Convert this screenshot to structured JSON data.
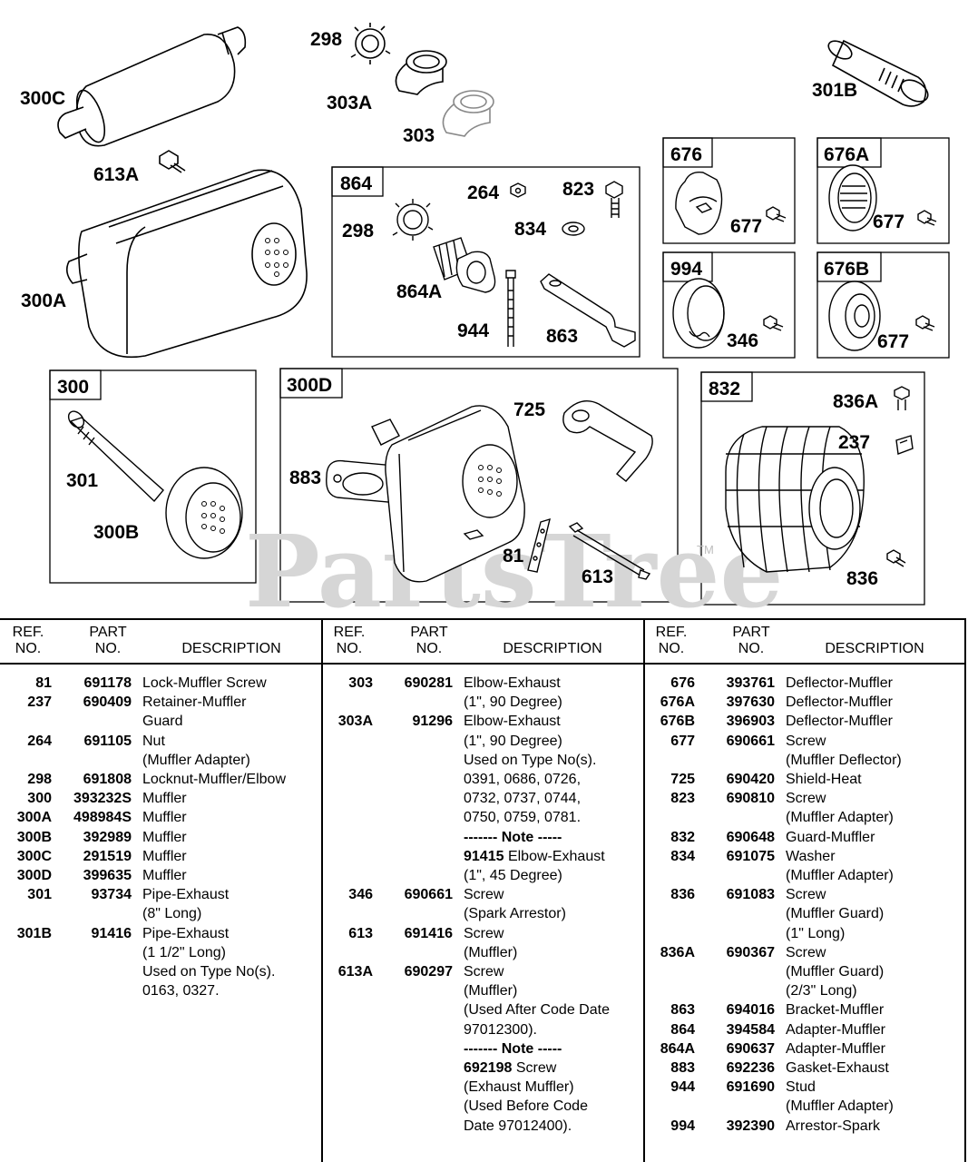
{
  "watermark": "PartsTree",
  "watermark_tm": "TM",
  "callouts": [
    {
      "id": "c-300C",
      "text": "300C"
    },
    {
      "id": "c-298a",
      "text": "298"
    },
    {
      "id": "c-303A",
      "text": "303A"
    },
    {
      "id": "c-303",
      "text": "303"
    },
    {
      "id": "c-301B",
      "text": "301B"
    },
    {
      "id": "c-613A",
      "text": "613A"
    },
    {
      "id": "c-300A",
      "text": "300A"
    },
    {
      "id": "c-264",
      "text": "264"
    },
    {
      "id": "c-823",
      "text": "823"
    },
    {
      "id": "c-298b",
      "text": "298"
    },
    {
      "id": "c-834",
      "text": "834"
    },
    {
      "id": "c-864A",
      "text": "864A"
    },
    {
      "id": "c-944",
      "text": "944"
    },
    {
      "id": "c-863",
      "text": "863"
    },
    {
      "id": "c-677a",
      "text": "677"
    },
    {
      "id": "c-677b",
      "text": "677"
    },
    {
      "id": "c-346",
      "text": "346"
    },
    {
      "id": "c-677c",
      "text": "677"
    },
    {
      "id": "c-301",
      "text": "301"
    },
    {
      "id": "c-300B",
      "text": "300B"
    },
    {
      "id": "c-725",
      "text": "725"
    },
    {
      "id": "c-883",
      "text": "883"
    },
    {
      "id": "c-81",
      "text": "81"
    },
    {
      "id": "c-613",
      "text": "613"
    },
    {
      "id": "c-836A",
      "text": "836A"
    },
    {
      "id": "c-237",
      "text": "237"
    },
    {
      "id": "c-836",
      "text": "836"
    }
  ],
  "boxes": [
    {
      "id": "b-864",
      "title": "864"
    },
    {
      "id": "b-676",
      "title": "676"
    },
    {
      "id": "b-676A",
      "title": "676A"
    },
    {
      "id": "b-994",
      "title": "994"
    },
    {
      "id": "b-676B",
      "title": "676B"
    },
    {
      "id": "b-300",
      "title": "300"
    },
    {
      "id": "b-300D",
      "title": "300D"
    },
    {
      "id": "b-832",
      "title": "832"
    }
  ],
  "table": {
    "headers": {
      "ref": "REF.\nNO.",
      "part": "PART\nNO.",
      "description": "DESCRIPTION"
    },
    "columns": [
      [
        {
          "ref": "81",
          "part": "691178",
          "desc": "Lock-Muffler Screw"
        },
        {
          "ref": "237",
          "part": "690409",
          "desc": "Retainer-Muffler"
        },
        {
          "ref": "",
          "part": "",
          "desc": "Guard"
        },
        {
          "ref": "264",
          "part": "691105",
          "desc": "Nut"
        },
        {
          "ref": "",
          "part": "",
          "desc": "(Muffler Adapter)"
        },
        {
          "ref": "298",
          "part": "691808",
          "desc": "Locknut-Muffler/Elbow"
        },
        {
          "ref": "300",
          "part": "393232S",
          "desc": "Muffler"
        },
        {
          "ref": "300A",
          "part": "498984S",
          "desc": "Muffler"
        },
        {
          "ref": "300B",
          "part": "392989",
          "desc": "Muffler"
        },
        {
          "ref": "300C",
          "part": "291519",
          "desc": "Muffler"
        },
        {
          "ref": "300D",
          "part": "399635",
          "desc": "Muffler"
        },
        {
          "ref": "301",
          "part": "93734",
          "desc": "Pipe-Exhaust"
        },
        {
          "ref": "",
          "part": "",
          "desc": "(8\" Long)"
        },
        {
          "ref": "301B",
          "part": "91416",
          "desc": "Pipe-Exhaust"
        },
        {
          "ref": "",
          "part": "",
          "desc": "(1 1/2\" Long)"
        },
        {
          "ref": "",
          "part": "",
          "desc": "Used on Type No(s)."
        },
        {
          "ref": "",
          "part": "",
          "desc": "0163, 0327."
        }
      ],
      [
        {
          "ref": "303",
          "part": "690281",
          "desc": "Elbow-Exhaust"
        },
        {
          "ref": "",
          "part": "",
          "desc": "(1\", 90 Degree)"
        },
        {
          "ref": "303A",
          "part": "91296",
          "desc": "Elbow-Exhaust"
        },
        {
          "ref": "",
          "part": "",
          "desc": "(1\", 90 Degree)"
        },
        {
          "ref": "",
          "part": "",
          "desc": "Used on Type No(s)."
        },
        {
          "ref": "",
          "part": "",
          "desc": "0391, 0686, 0726,"
        },
        {
          "ref": "",
          "part": "",
          "desc": "0732, 0737, 0744,"
        },
        {
          "ref": "",
          "part": "",
          "desc": "0750, 0759, 0781."
        },
        {
          "ref": "",
          "part": "",
          "desc": "------- Note -----",
          "bold": true
        },
        {
          "ref": "",
          "part": "",
          "desc": "91415 Elbow-Exhaust",
          "boldPrefix": "91415"
        },
        {
          "ref": "",
          "part": "",
          "desc": "(1\", 45 Degree)"
        },
        {
          "ref": "346",
          "part": "690661",
          "desc": "Screw"
        },
        {
          "ref": "",
          "part": "",
          "desc": "(Spark Arrestor)"
        },
        {
          "ref": "613",
          "part": "691416",
          "desc": "Screw"
        },
        {
          "ref": "",
          "part": "",
          "desc": "(Muffler)"
        },
        {
          "ref": "613A",
          "part": "690297",
          "desc": "Screw"
        },
        {
          "ref": "",
          "part": "",
          "desc": "(Muffler)"
        },
        {
          "ref": "",
          "part": "",
          "desc": "(Used After Code Date"
        },
        {
          "ref": "",
          "part": "",
          "desc": "97012300)."
        },
        {
          "ref": "",
          "part": "",
          "desc": "------- Note -----",
          "bold": true
        },
        {
          "ref": "",
          "part": "",
          "desc": "692198 Screw",
          "boldPrefix": "692198"
        },
        {
          "ref": "",
          "part": "",
          "desc": "(Exhaust Muffler)"
        },
        {
          "ref": "",
          "part": "",
          "desc": "(Used Before Code"
        },
        {
          "ref": "",
          "part": "",
          "desc": "Date 97012400)."
        }
      ],
      [
        {
          "ref": "676",
          "part": "393761",
          "desc": "Deflector-Muffler"
        },
        {
          "ref": "676A",
          "part": "397630",
          "desc": "Deflector-Muffler"
        },
        {
          "ref": "676B",
          "part": "396903",
          "desc": "Deflector-Muffler"
        },
        {
          "ref": "677",
          "part": "690661",
          "desc": "Screw"
        },
        {
          "ref": "",
          "part": "",
          "desc": "(Muffler Deflector)"
        },
        {
          "ref": "725",
          "part": "690420",
          "desc": "Shield-Heat"
        },
        {
          "ref": "823",
          "part": "690810",
          "desc": "Screw"
        },
        {
          "ref": "",
          "part": "",
          "desc": "(Muffler Adapter)"
        },
        {
          "ref": "832",
          "part": "690648",
          "desc": "Guard-Muffler"
        },
        {
          "ref": "834",
          "part": "691075",
          "desc": "Washer"
        },
        {
          "ref": "",
          "part": "",
          "desc": "(Muffler Adapter)"
        },
        {
          "ref": "836",
          "part": "691083",
          "desc": "Screw"
        },
        {
          "ref": "",
          "part": "",
          "desc": "(Muffler Guard)"
        },
        {
          "ref": "",
          "part": "",
          "desc": "(1\" Long)"
        },
        {
          "ref": "836A",
          "part": "690367",
          "desc": "Screw"
        },
        {
          "ref": "",
          "part": "",
          "desc": "(Muffler Guard)"
        },
        {
          "ref": "",
          "part": "",
          "desc": "(2/3\" Long)"
        },
        {
          "ref": "863",
          "part": "694016",
          "desc": "Bracket-Muffler"
        },
        {
          "ref": "864",
          "part": "394584",
          "desc": "Adapter-Muffler"
        },
        {
          "ref": "864A",
          "part": "690637",
          "desc": "Adapter-Muffler"
        },
        {
          "ref": "883",
          "part": "692236",
          "desc": "Gasket-Exhaust"
        },
        {
          "ref": "944",
          "part": "691690",
          "desc": "Stud"
        },
        {
          "ref": "",
          "part": "",
          "desc": "(Muffler Adapter)"
        },
        {
          "ref": "994",
          "part": "392390",
          "desc": "Arrestor-Spark"
        }
      ]
    ]
  }
}
